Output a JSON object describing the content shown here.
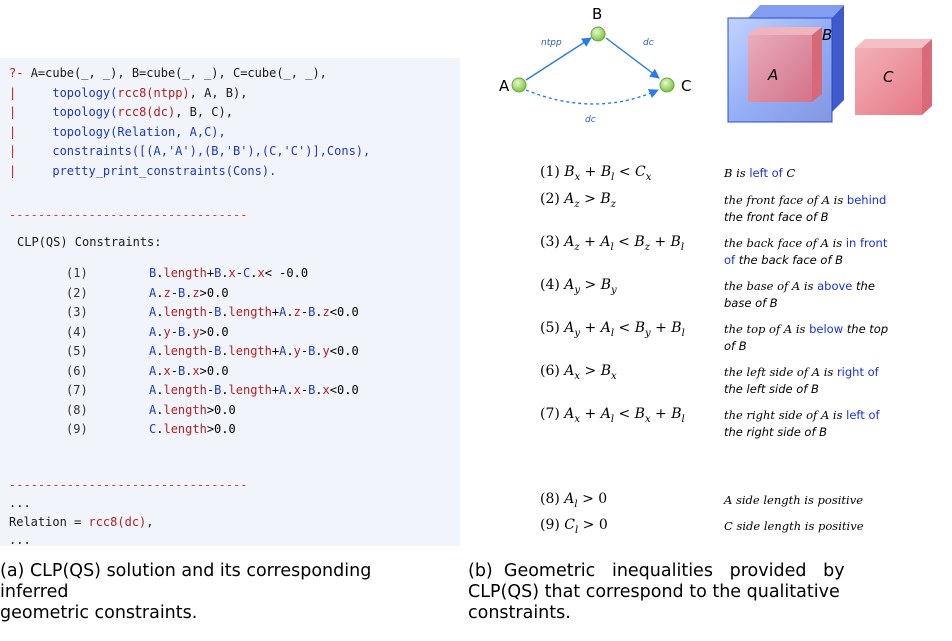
{
  "code": {
    "query_lines": [
      {
        "prefix": "?- ",
        "parts": [
          [
            "A=cube(_, _), B=cube(_, _), C=cube(_, _),",
            "plain"
          ]
        ]
      },
      {
        "prefix": "|  ",
        "parts": [
          [
            "   topology(",
            "blue"
          ],
          [
            "rcc8(ntpp)",
            "red"
          ],
          [
            ", A, B),",
            "plain"
          ]
        ]
      },
      {
        "prefix": "|  ",
        "parts": [
          [
            "   topology(",
            "blue"
          ],
          [
            "rcc8(dc)",
            "red"
          ],
          [
            ", B, C),",
            "plain"
          ]
        ]
      },
      {
        "prefix": "|  ",
        "parts": [
          [
            "   topology(Relation, A,C),",
            "blue"
          ]
        ]
      },
      {
        "prefix": "|  ",
        "parts": [
          [
            "   constraints([(A,'A'),(B,'B'),(C,'C')],Cons),",
            "blue"
          ]
        ]
      },
      {
        "prefix": "|  ",
        "parts": [
          [
            "   pretty_print_constraints(Cons).",
            "blue"
          ]
        ]
      }
    ],
    "separator": "---------------------------------",
    "header": "CLP(QS) Constraints:",
    "constraints": [
      {
        "num": "(1)",
        "expr": "B.length+B.x-C.x< -0.0"
      },
      {
        "num": "(2)",
        "expr": "A.z-B.z>0.0"
      },
      {
        "num": "(3)",
        "expr": "A.length-B.length+A.z-B.z<0.0"
      },
      {
        "num": "(4)",
        "expr": "A.y-B.y>0.0"
      },
      {
        "num": "(5)",
        "expr": "A.length-B.length+A.y-B.y<0.0"
      },
      {
        "num": "(6)",
        "expr": "A.x-B.x>0.0"
      },
      {
        "num": "(7)",
        "expr": "A.length-B.length+A.x-B.x<0.0"
      },
      {
        "num": "(8)",
        "expr": "A.length>0.0"
      },
      {
        "num": "(9)",
        "expr": "C.length>0.0"
      }
    ],
    "ellipsis": "...",
    "relation_label": "Relation = ",
    "relation_value": "rcc8(dc)",
    "relation_end": ","
  },
  "caption_a": [
    "(a) CLP(QS) solution and its corresponding",
    "inferred",
    "geometric constraints."
  ],
  "caption_b": [
    "(b)  Geometric   inequalities   provided   by",
    "CLP(QS) that correspond to the qualitative",
    "constraints."
  ],
  "graph": {
    "nodes": {
      "a": "A",
      "b": "B",
      "c": "C"
    },
    "edges": {
      "ab": "ntpp",
      "bc": "dc",
      "ac": "dc"
    }
  },
  "cubes": {
    "a": "A",
    "b": "B",
    "c": "C"
  },
  "inequalities": [
    {
      "num": "(1)",
      "desc": [
        [
          "B is ",
          "sf"
        ],
        [
          "left of",
          "rel"
        ],
        [
          " C",
          "sf"
        ]
      ]
    },
    {
      "num": "(2)",
      "desc": [
        [
          "the front face of A is ",
          "sf"
        ],
        [
          "behind",
          "rel"
        ],
        [
          " the front face of B",
          "ss"
        ]
      ]
    },
    {
      "num": "(3)",
      "desc": [
        [
          "the back face of A is ",
          "sf"
        ],
        [
          "in front of",
          "rel"
        ],
        [
          " the back face of B",
          "ss"
        ]
      ]
    },
    {
      "num": "(4)",
      "desc": [
        [
          "the base of A is ",
          "sf"
        ],
        [
          "above",
          "rel"
        ],
        [
          " the base of B",
          "ss"
        ]
      ]
    },
    {
      "num": "(5)",
      "desc": [
        [
          "the top of A is ",
          "sf"
        ],
        [
          "below",
          "rel"
        ],
        [
          " the top of B",
          "ss"
        ]
      ]
    },
    {
      "num": "(6)",
      "desc": [
        [
          "the left side of A is ",
          "sf"
        ],
        [
          "right of",
          "rel"
        ],
        [
          " the left side of B",
          "ss"
        ]
      ]
    },
    {
      "num": "(7)",
      "desc": [
        [
          "the right side of A is ",
          "sf"
        ],
        [
          "left of",
          "rel"
        ],
        [
          " the right side of B",
          "ss"
        ]
      ]
    },
    {
      "num": "(8)",
      "desc": [
        [
          "A side length is positive",
          "sf"
        ]
      ]
    },
    {
      "num": "(9)",
      "desc": [
        [
          "C side length is positive",
          "sf"
        ]
      ]
    }
  ],
  "colors": {
    "code_bg": "#f2f4fb",
    "keyword_red": "#b22020",
    "keyword_blue": "#1e3ab8",
    "relation_blue": "#1a2fe0",
    "node_green": "#8fd35a",
    "edge_blue": "#2a7be8"
  }
}
